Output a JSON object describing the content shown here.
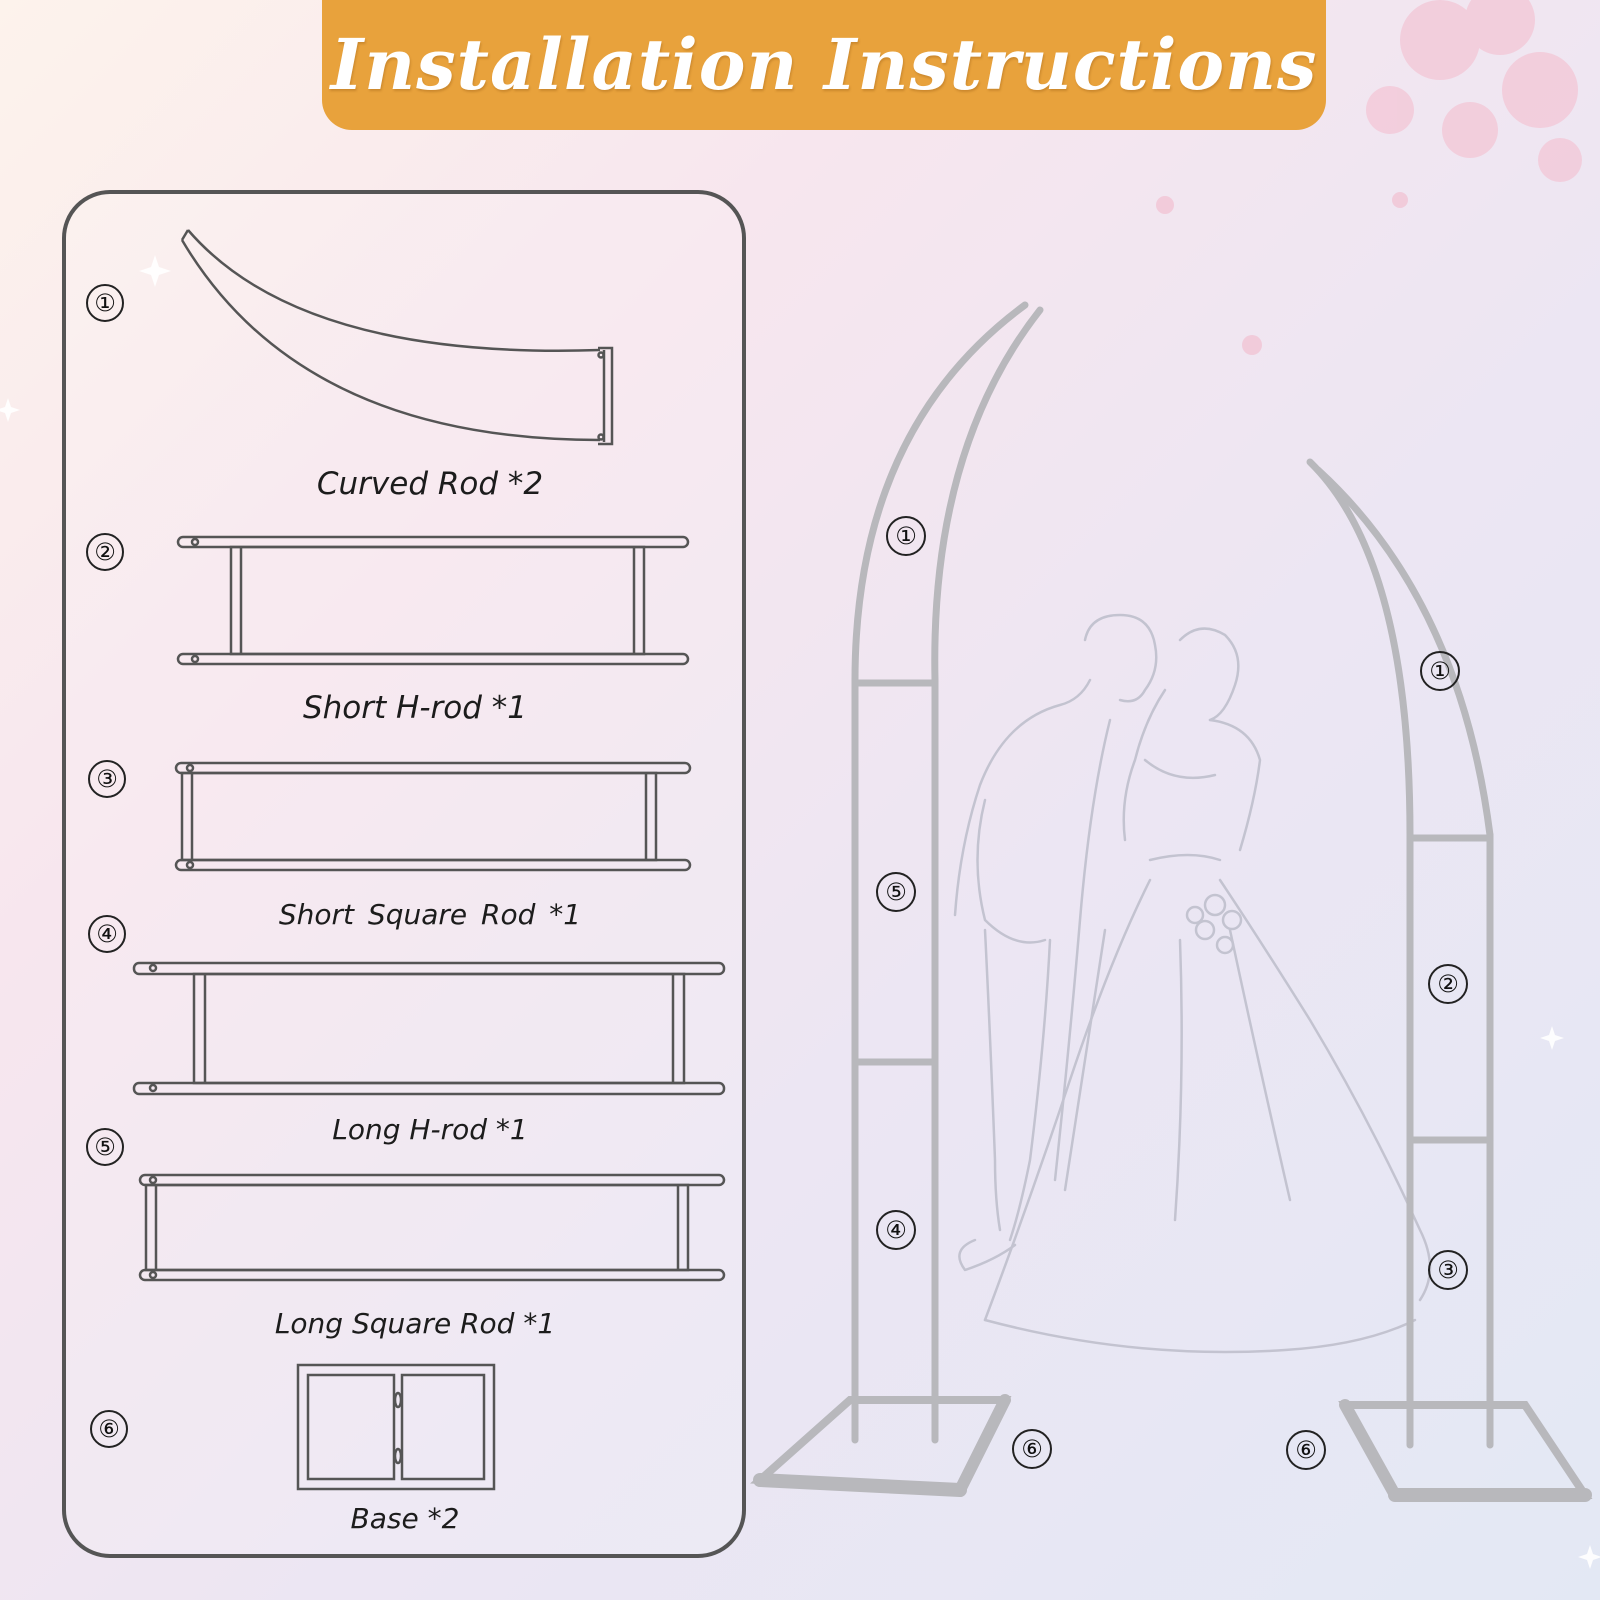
{
  "header": {
    "title": "Installation Instructions"
  },
  "parts": [
    {
      "number": "①",
      "label": "Curved Rod *2"
    },
    {
      "number": "②",
      "label": "Short H-rod *1"
    },
    {
      "number": "③",
      "label": "Short Square Rod *1"
    },
    {
      "number": "④",
      "label": "Long H-rod *1"
    },
    {
      "number": "⑤",
      "label": "Long Square Rod *1"
    },
    {
      "number": "⑥",
      "label": "Base *2"
    }
  ],
  "assembly": {
    "left_stand": [
      "①",
      "⑤",
      "④",
      "⑥"
    ],
    "right_stand": [
      "①",
      "②",
      "③",
      "⑥"
    ]
  },
  "colors": {
    "banner": "#e8a23c",
    "panel_border": "#555555",
    "frame_line": "#b8b8bc",
    "sketch_line": "#c3c3d0"
  }
}
